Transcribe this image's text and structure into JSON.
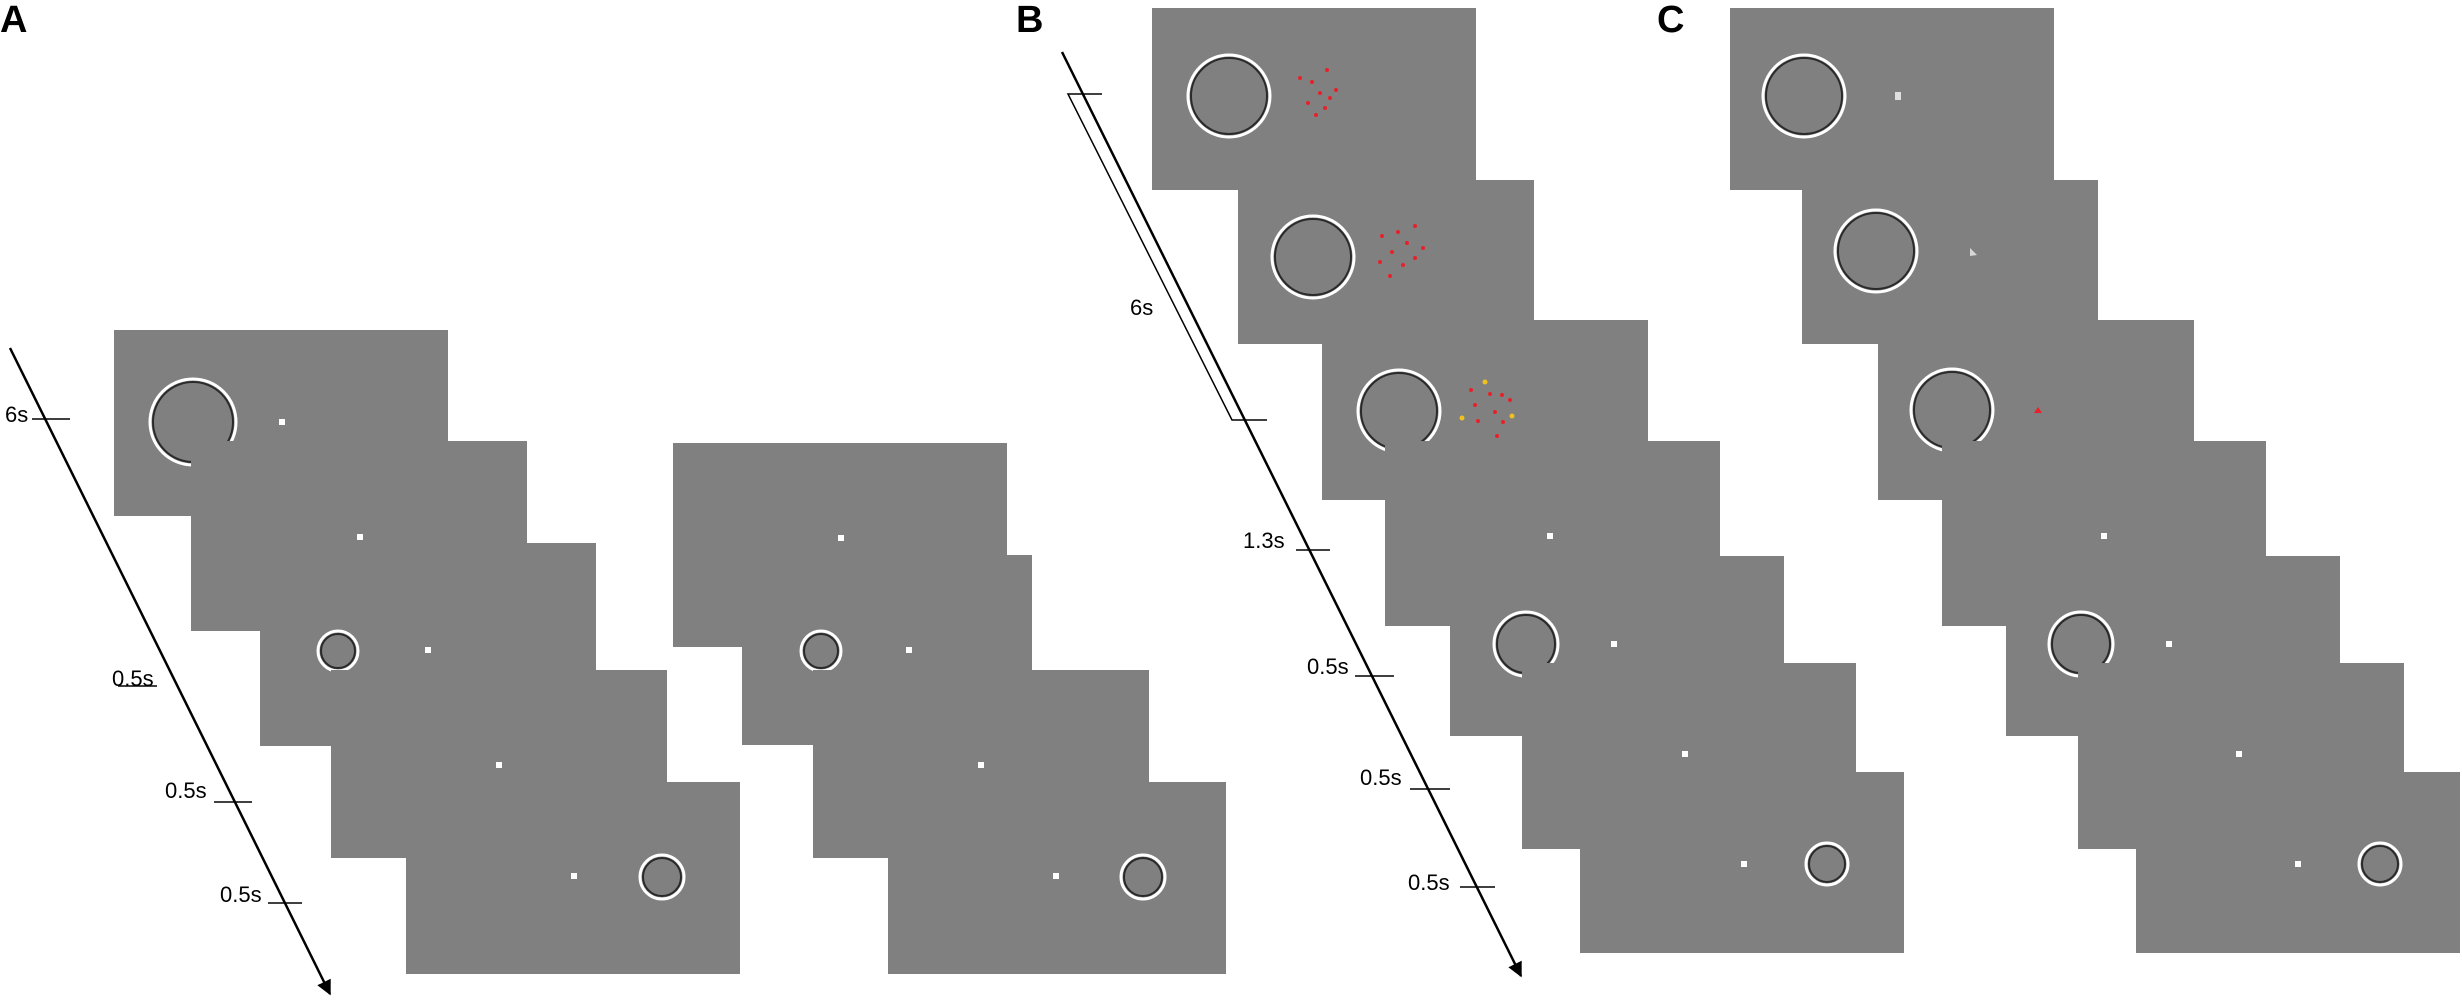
{
  "panels": {
    "A": {
      "label": "A",
      "time_labels": [
        "6s",
        "0.5s",
        "0.5s",
        "0.5s"
      ]
    },
    "B": {
      "label": "B",
      "time_labels": [
        "6s",
        "1.3s",
        "0.5s",
        "0.5s",
        "0.5s"
      ]
    },
    "C": {
      "label": "C"
    }
  },
  "colors": {
    "screen": "#808080",
    "stimulus_border": "#ffffff",
    "dot_red": "#e8202a",
    "dot_yellow": "#f0c020",
    "fixation": "#ffffff",
    "arrow": "#000000"
  }
}
